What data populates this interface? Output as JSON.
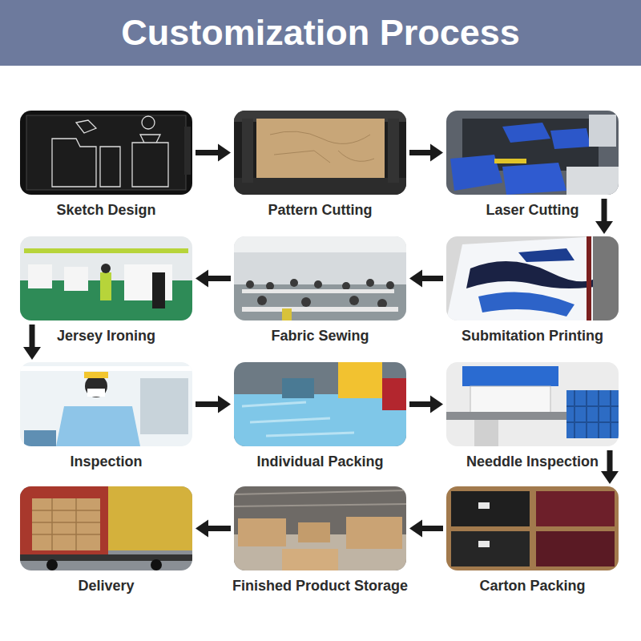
{
  "diagram": {
    "title": "Customization Process",
    "nodes": [
      {
        "text": [
          "Sketch Design"
        ]
      },
      {
        "text": [
          "Pattern Cutting"
        ]
      },
      {
        "text": [
          "Laser Cutting"
        ]
      },
      {
        "text": [
          "Jersey Ironing"
        ]
      },
      {
        "text": [
          "Fabric Sewing"
        ]
      },
      {
        "text": [
          "Submitation Printing"
        ]
      },
      {
        "text": [
          "Inspection"
        ]
      },
      {
        "text": [
          "Individual Packing"
        ]
      },
      {
        "text": [
          "Needdle Inspection"
        ]
      },
      {
        "text": [
          "Delivery"
        ]
      },
      {
        "text": [
          "Finished Product Storage"
        ]
      },
      {
        "text": [
          "Carton Packing"
        ]
      }
    ],
    "edges": [
      {
        "from": 0,
        "to": 1,
        "arrow": "to"
      },
      {
        "from": 1,
        "to": 2,
        "arrow": "to"
      },
      {
        "from": 2,
        "to": 5,
        "arrow": "to"
      },
      {
        "from": 5,
        "to": 4,
        "arrow": "to"
      },
      {
        "from": 4,
        "to": 3,
        "arrow": "to"
      },
      {
        "from": 3,
        "to": 6,
        "arrow": "to"
      },
      {
        "from": 6,
        "to": 7,
        "arrow": "to"
      },
      {
        "from": 7,
        "to": 8,
        "arrow": "to"
      },
      {
        "from": 8,
        "to": 11,
        "arrow": "to"
      },
      {
        "from": 11,
        "to": 10,
        "arrow": "to"
      },
      {
        "from": 10,
        "to": 9,
        "arrow": "to"
      }
    ]
  }
}
